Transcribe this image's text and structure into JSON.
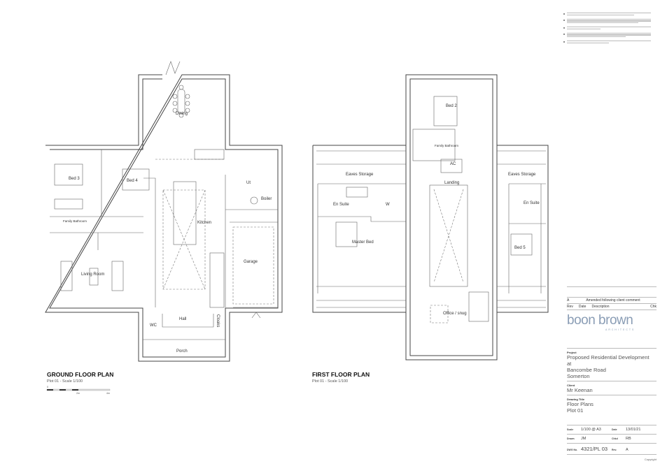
{
  "ground_floor": {
    "title": "GROUND FLOOR PLAN",
    "subtitle": "Plot 01 - Scale 1/100",
    "scale_bar": {
      "labels": [
        "0",
        "2m",
        "4m"
      ]
    },
    "rooms": {
      "dining": "Dining",
      "bed3": "Bed 3",
      "bed4": "Bed 4",
      "family_bathroom": "Family Bathroom",
      "kitchen": "Kitchen",
      "utility": "Ut",
      "boiler": "Boiler",
      "living_room": "Living Room",
      "garage": "Garage",
      "wc": "WC",
      "hall": "Hall",
      "cloaks": "Cloaks",
      "porch": "Porch"
    }
  },
  "first_floor": {
    "title": "FIRST FLOOR PLAN",
    "subtitle": "Plot 01 - Scale 1/100",
    "rooms": {
      "bed2": "Bed 2",
      "family_bathroom": "Family Bathroom",
      "ac": "AC",
      "landing": "Landing",
      "eaves_left": "Eaves Storage",
      "eaves_right": "Eaves Storage",
      "en_suite_left": "En Suite",
      "w": "W",
      "master_bed": "Master Bed",
      "en_suite_right": "En Suite",
      "bed5": "Bed 5",
      "office": "Office / snug"
    }
  },
  "title_block": {
    "revision": {
      "rev": "A",
      "description": "Amended following client comment",
      "headers": [
        "Rev",
        "Date",
        "Description",
        "Chk"
      ]
    },
    "company": "boon brown",
    "company_sub": "ARCHITECTS",
    "project_label": "Project",
    "project": [
      "Proposed Residential Development",
      "at",
      "Bancombe Road",
      "Somerton"
    ],
    "client_label": "Client",
    "client": "Mr Keenan",
    "drawing_title_label": "Drawing Title",
    "drawing_title": [
      "Floor Plans",
      "Plot 01"
    ],
    "scale_label": "Scale",
    "scale": "1/100 @ A3",
    "date_label": "Date",
    "date": "13/01/21",
    "drawn_label": "Drawn",
    "drawn": "JM",
    "checked_label": "Chkd",
    "checked": "RB",
    "dwg_label": "DWG No.",
    "dwg": "4321/PL 03",
    "rev_label": "Rev.",
    "rev": "A",
    "copyright": "Copyright"
  }
}
